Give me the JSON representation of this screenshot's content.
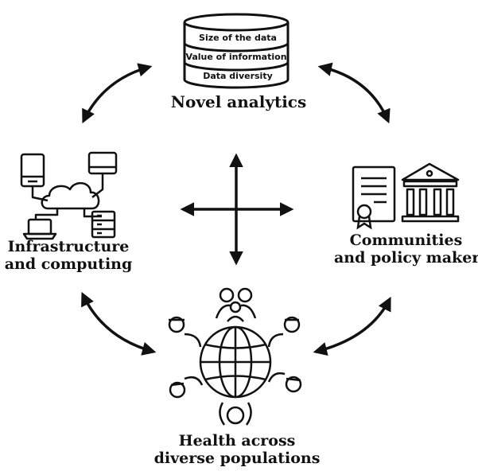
{
  "nodes": {
    "top": {
      "title": "Novel analytics",
      "database_rows": [
        "Size of the data",
        "Value of information",
        "Data diversity"
      ]
    },
    "left": {
      "line1": "Infrastructure",
      "line2": "and computing"
    },
    "right": {
      "line1": "Communities",
      "line2": "and policy makers"
    },
    "bottom": {
      "line1": "Health across",
      "line2": "diverse populations"
    }
  },
  "icons": {
    "top": "database-icon",
    "left": "network-cloud-icon",
    "right": [
      "certificate-icon",
      "government-building-icon"
    ],
    "bottom": "globe-with-people-icon"
  }
}
